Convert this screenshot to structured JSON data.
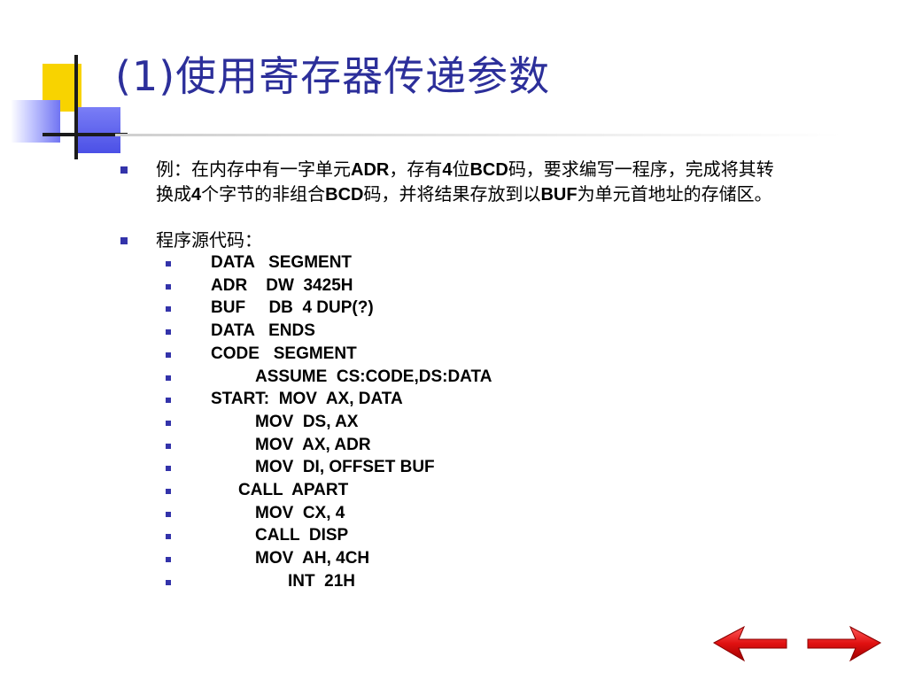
{
  "slide": {
    "title": "(1)使用寄存器传递参数",
    "paragraph1": {
      "p1": "例：在内存中有一字单元",
      "b1": "ADR",
      "p2": "，存有",
      "b2": "4",
      "p3": "位",
      "b3": "BCD",
      "p4": "码，要求编写一程序，完成将其转换成",
      "b4": "4",
      "p5": "个字节的非组合",
      "b5": "BCD",
      "p6": "码，并将结果存放到以",
      "b6": "BUF",
      "p7": "为单元首地址的存储区。"
    },
    "paragraph2": "程序源代码：",
    "code_lines": [
      "DATA   SEGMENT",
      "ADR    DW  3425H",
      "BUF     DB  4 DUP(?)",
      "DATA   ENDS",
      "CODE   SEGMENT",
      "ASSUME  CS:CODE,DS:DATA",
      "START:  MOV  AX, DATA",
      "MOV  DS, AX",
      "MOV  AX, ADR",
      "MOV  DI, OFFSET BUF",
      "CALL  APART",
      "MOV  CX, 4",
      "CALL  DISP",
      "MOV  AH, 4CH",
      "INT  21H"
    ]
  },
  "colors": {
    "title": "#2c2f9a",
    "bullet": "#3333aa",
    "accent_yellow": "#f8d300",
    "accent_blue": "#4b50e6",
    "arrow_red": "#e01010"
  },
  "icons": {
    "prev": "left-arrow-icon",
    "next": "right-arrow-icon"
  }
}
